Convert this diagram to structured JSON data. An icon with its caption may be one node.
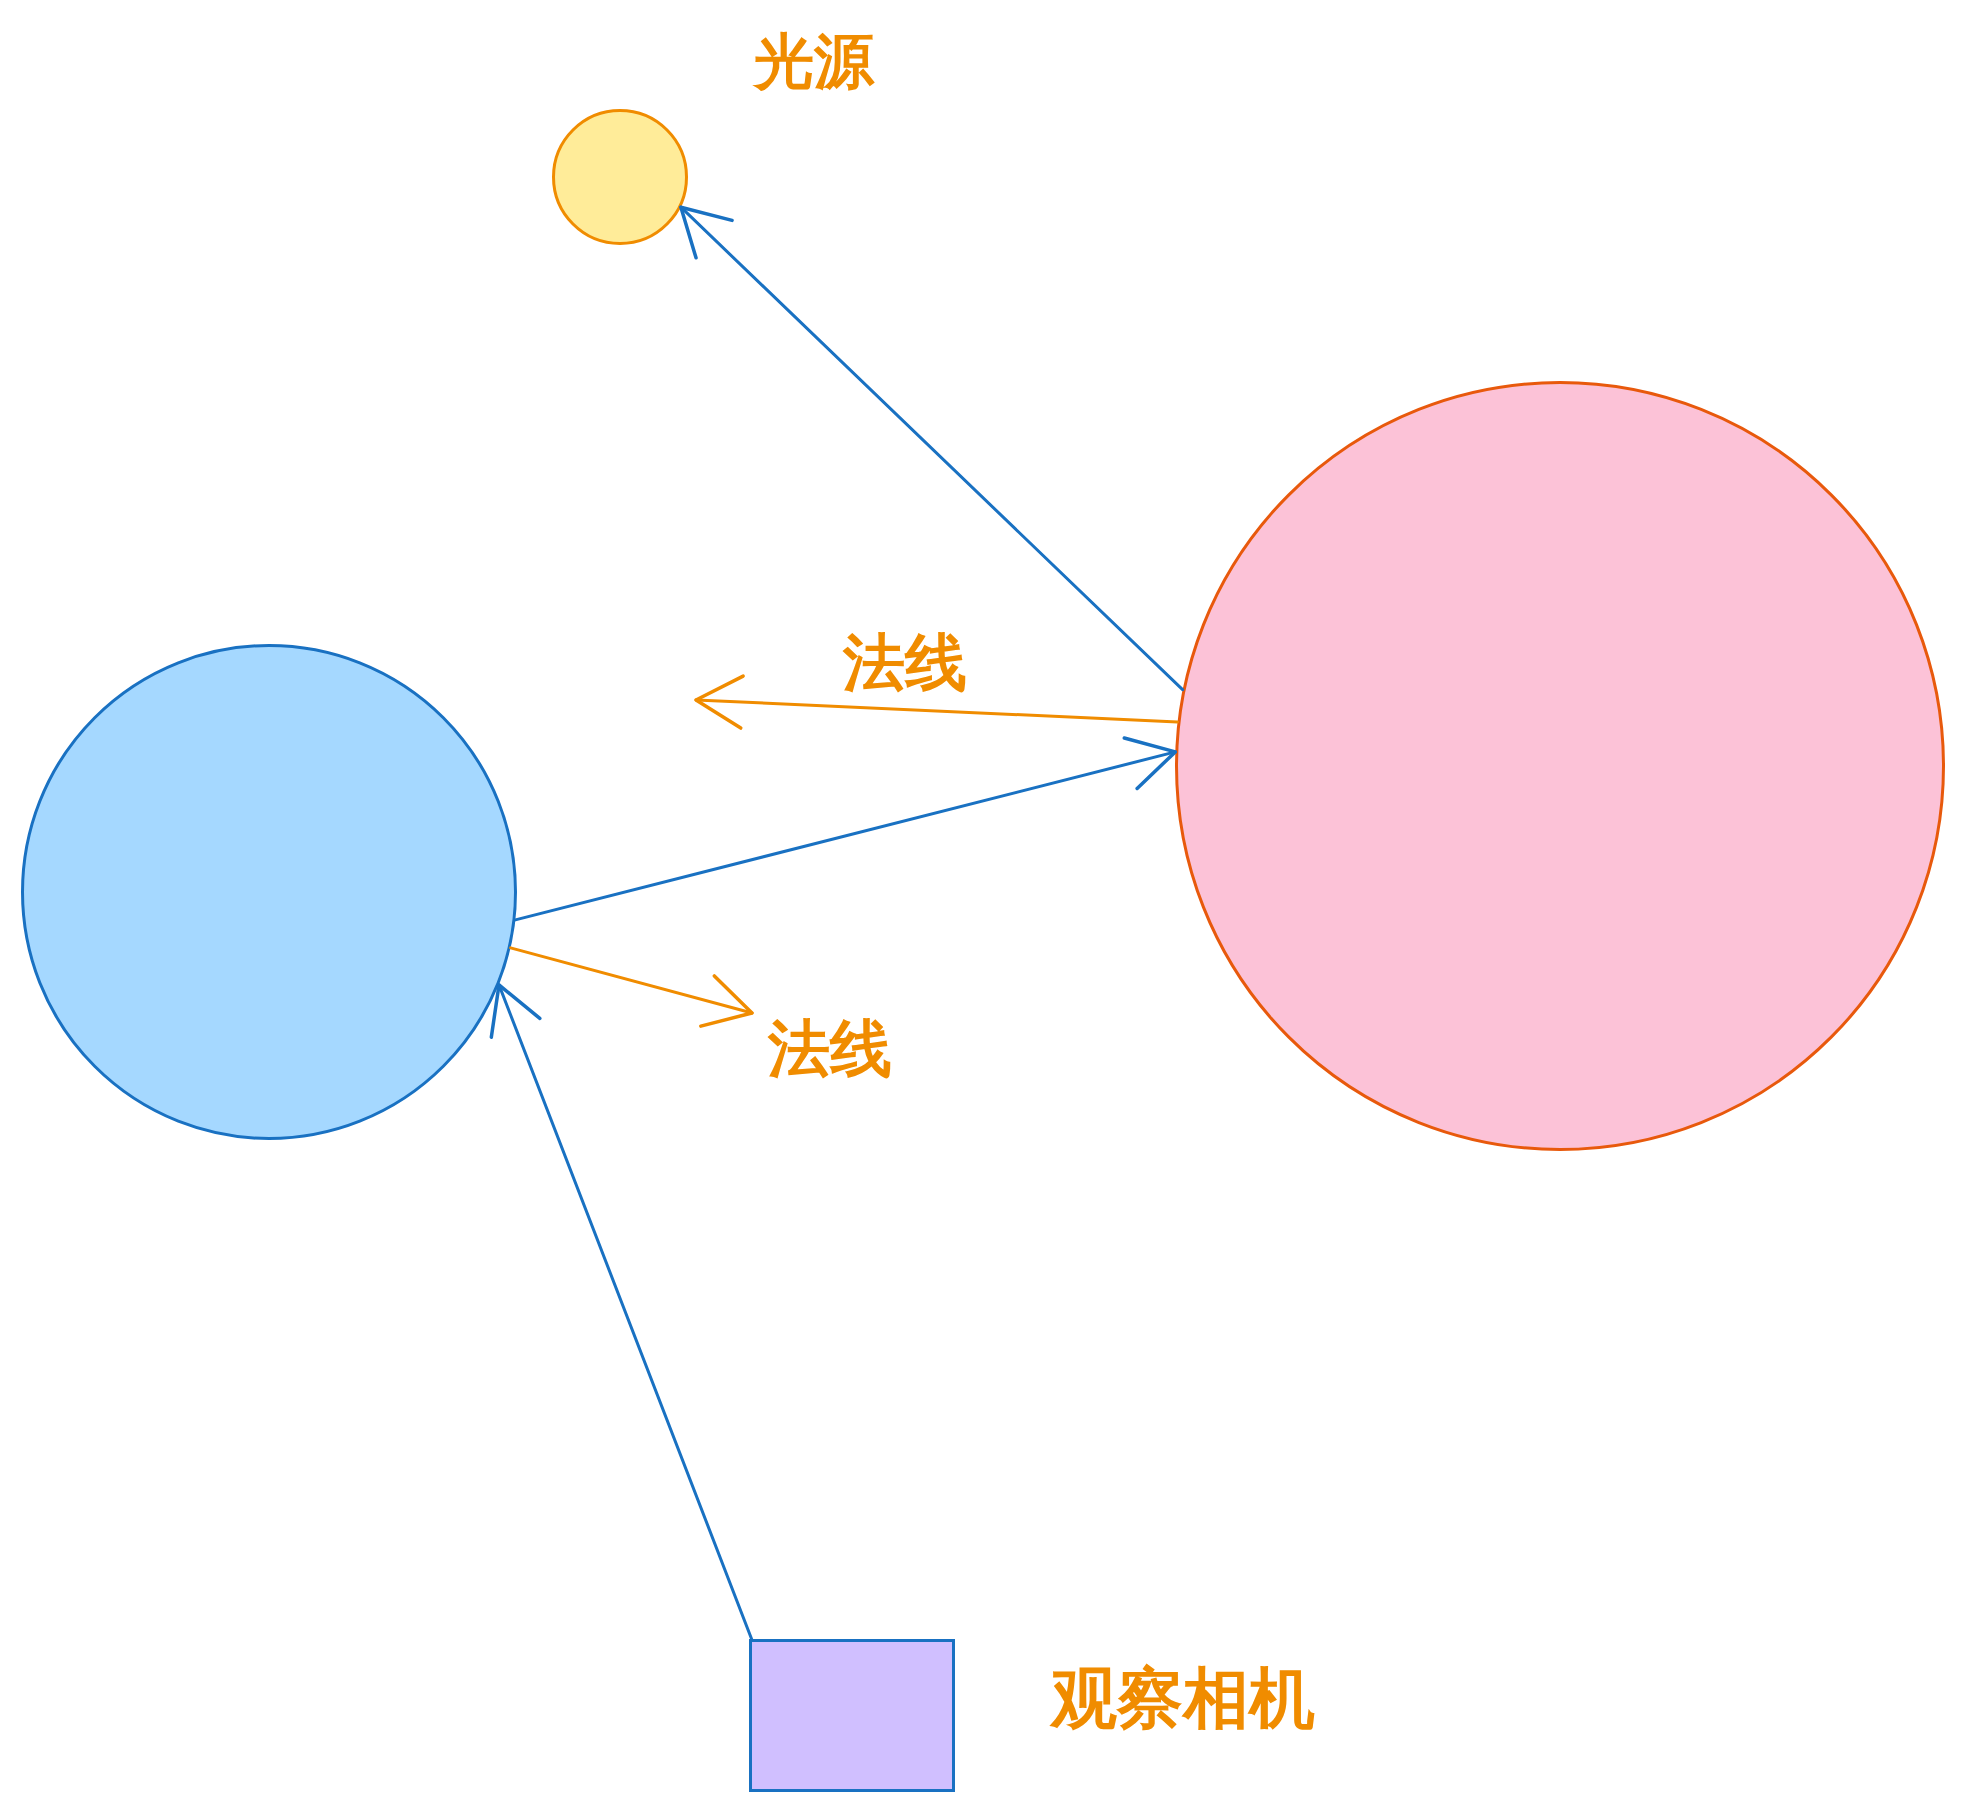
{
  "diagram": {
    "nodes": [
      {
        "text": [],
        "shape": "circle"
      },
      {
        "text": [],
        "shape": "circle",
        "beside": [
          "光源"
        ]
      },
      {
        "text": [],
        "shape": "circle"
      },
      {
        "text": [],
        "shape": "box",
        "beside": [
          "观察相机"
        ]
      }
    ],
    "edges": [
      {
        "from": 3,
        "to": 0,
        "arrow": "to"
      },
      {
        "from": 0,
        "to": 2,
        "arrow": "to"
      },
      {
        "from": 2,
        "to": 1,
        "arrow": "to"
      },
      {
        "from": 2,
        "to": null,
        "arrow": "to",
        "label": "法线",
        "color": "#f08c00"
      },
      {
        "from": 0,
        "to": null,
        "arrow": "to",
        "label": "法线",
        "color": "#f08c00"
      }
    ]
  }
}
